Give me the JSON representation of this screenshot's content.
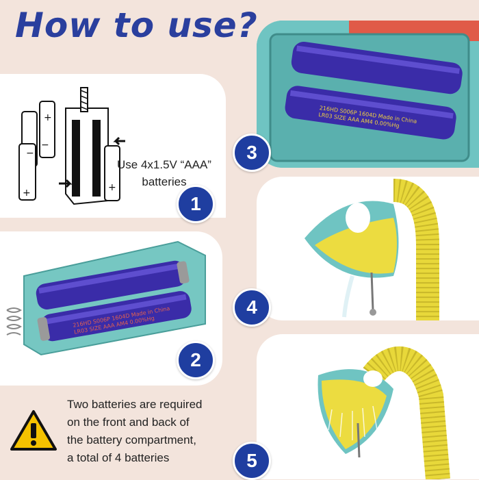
{
  "title": "How to use?",
  "steps": [
    {
      "number": "1",
      "caption_line1": "Use 4x1.5V “AAA”",
      "caption_line2": "batteries"
    },
    {
      "number": "2"
    },
    {
      "number": "3"
    },
    {
      "number": "4"
    },
    {
      "number": "5"
    }
  ],
  "warning": {
    "lines": [
      "Two batteries are required",
      "on the front and back of",
      "the battery compartment,",
      "a total of 4 batteries"
    ]
  },
  "battery_print": {
    "line1": "216HD S006P 1604D   Made in China",
    "line2": "LR03  SIZE AAA  AM4  0.00%Hg"
  },
  "colors": {
    "title": "#2a3f9e",
    "badge": "#1f3ea0",
    "background": "#f3e4dc",
    "battery": "#3a2ca8",
    "holder": "#6fc4c2",
    "lamp": "#e8d83a"
  }
}
